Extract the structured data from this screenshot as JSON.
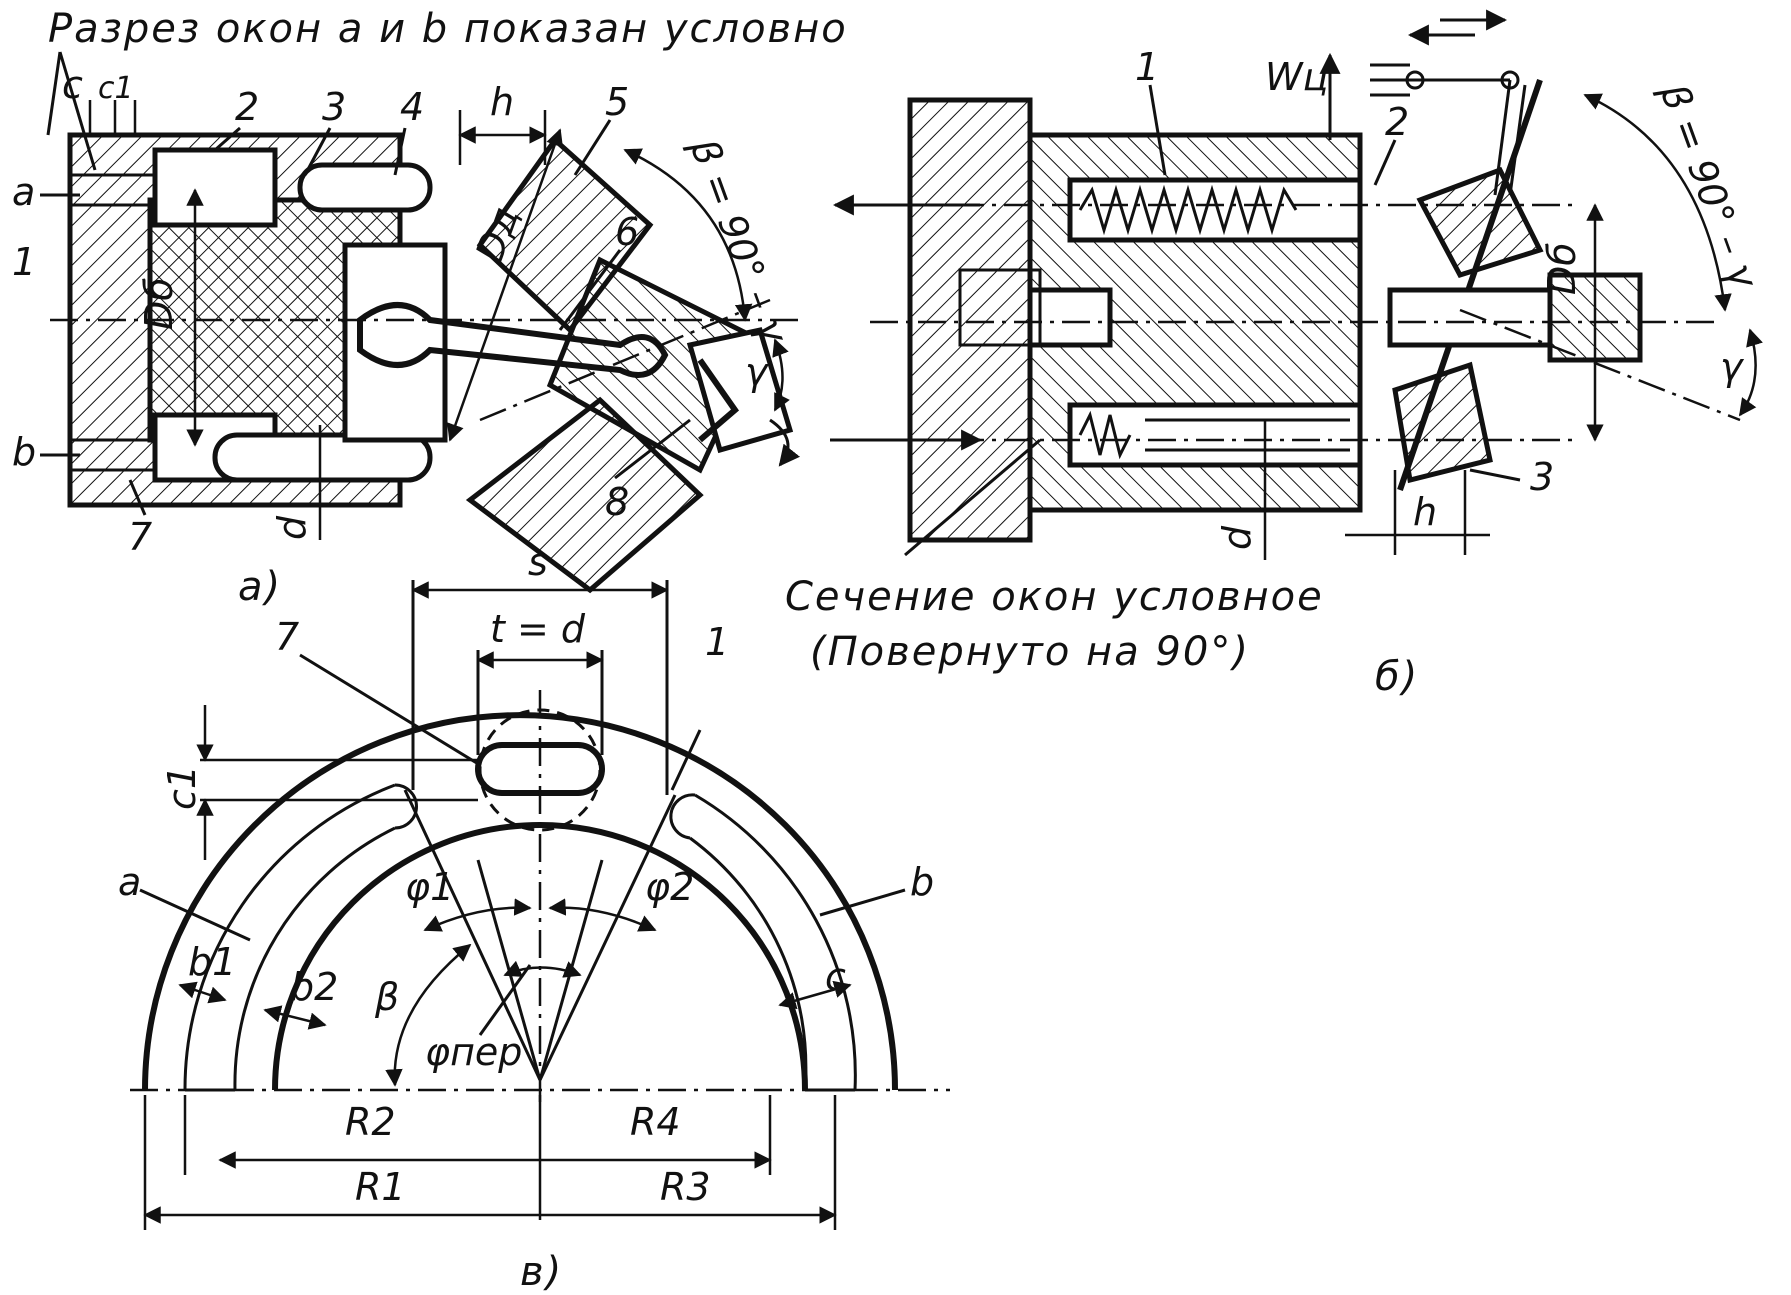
{
  "captions": {
    "top_note": "Разрез окон a и b показан условно",
    "bottom_note_line1": "Сечение окон условное",
    "bottom_note_line2": "(Повернуто на 90°)"
  },
  "view_a": {
    "caption": "а)",
    "labels": {
      "c": "c",
      "c1": "c1",
      "n2": "2",
      "n3": "3",
      "n4": "4",
      "h": "h",
      "n5": "5",
      "a": "a",
      "n1": "1",
      "Db": "Dб",
      "Dd": "Dд",
      "n6": "6",
      "beta": "β = 90° – γ",
      "gamma": "γ",
      "b": "b",
      "n7": "7",
      "d": "d",
      "n8": "8"
    }
  },
  "view_b": {
    "caption": "б)",
    "labels": {
      "Wc": "Wц",
      "n1": "1",
      "n2": "2",
      "beta": "β = 90° – γ",
      "Db": "Dб",
      "gamma": "γ",
      "n3": "3",
      "h": "h",
      "d": "d"
    }
  },
  "view_c": {
    "caption": "в)",
    "labels": {
      "s": "s",
      "t": "t = d",
      "n7": "7",
      "n1": "1",
      "c1": "c1",
      "a": "a",
      "b": "b",
      "phi1": "φ1",
      "phi2": "φ2",
      "b1": "b1",
      "b2": "b2",
      "c": "c",
      "beta": "β",
      "phiper": "φпер",
      "R2": "R2",
      "R4": "R4",
      "R1": "R1",
      "R3": "R3"
    }
  }
}
